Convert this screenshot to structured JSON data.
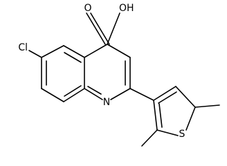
{
  "molecule": {
    "atoms": {
      "carboxylic_oxygen": "O",
      "hydroxyl": "OH",
      "chlorine": "Cl",
      "ring_nitrogen": "N",
      "sulfur": "S"
    }
  }
}
